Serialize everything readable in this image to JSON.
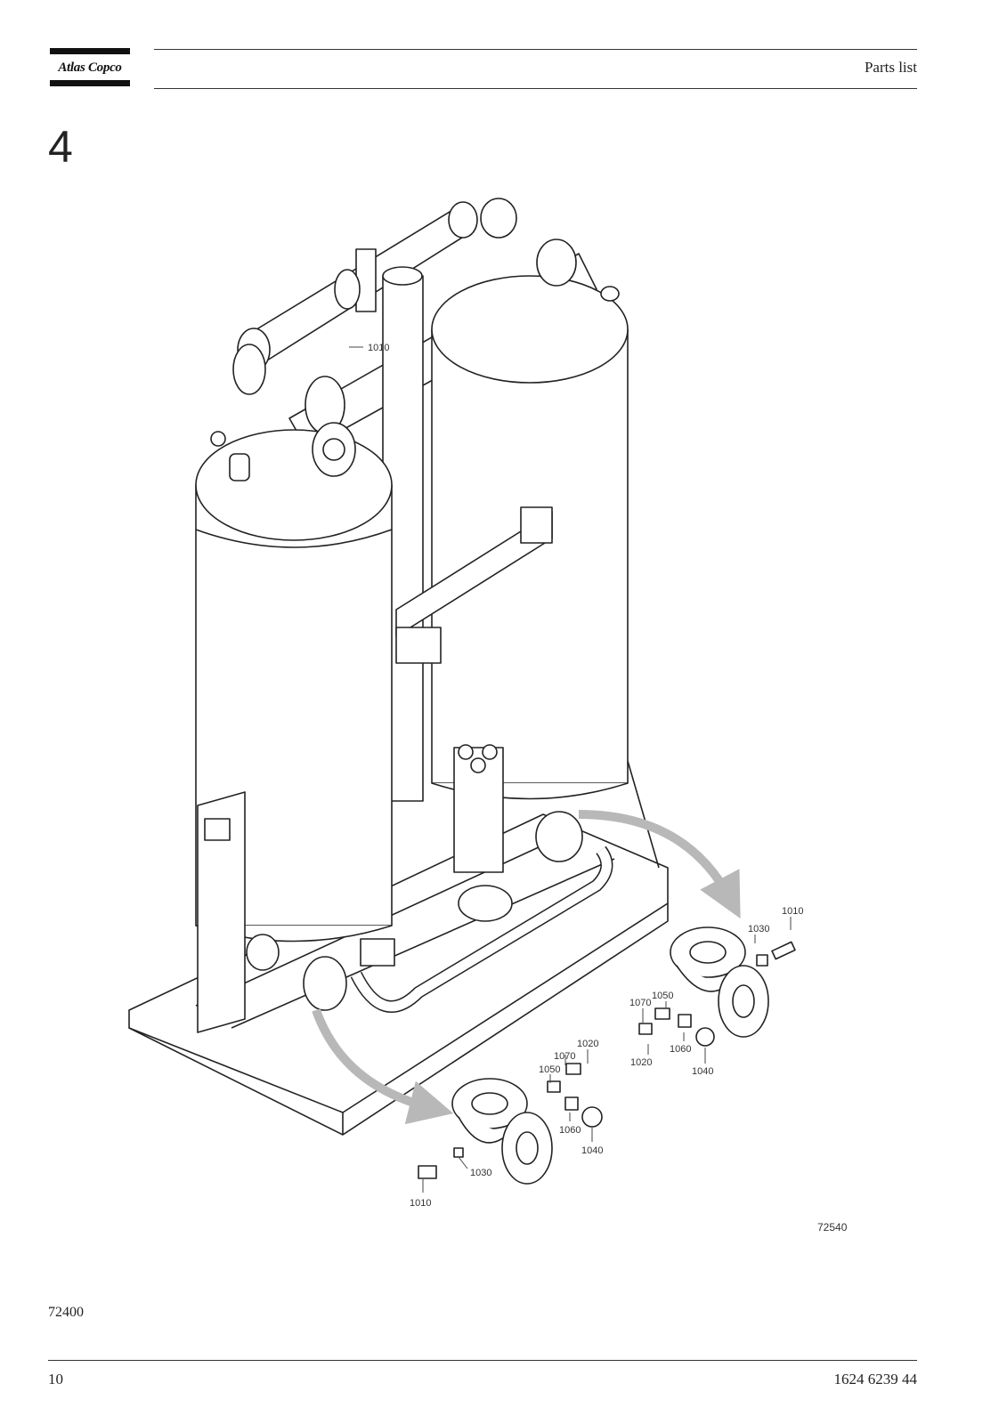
{
  "header": {
    "brand": "Atlas Copco",
    "title": "Parts list"
  },
  "chapter": {
    "number": "4"
  },
  "drawing": {
    "number": "72540",
    "callouts": {
      "top_sensor": "1010",
      "right_sensor": "1010",
      "right_adapter": "1030",
      "right_nipple_a": "1050",
      "right_nipple_b": "1070",
      "right_plug": "1020",
      "right_tee": "1060",
      "right_gauge": "1040",
      "bottom_plug": "1020",
      "bottom_nipple_b": "1070",
      "bottom_nipple_a": "1050",
      "bottom_tee": "1060",
      "bottom_gauge": "1040",
      "bottom_adapter": "1030",
      "bottom_sensor": "1010"
    }
  },
  "document": {
    "reference": "72400"
  },
  "footer": {
    "page_number": "10",
    "part_number": "1624 6239 44"
  }
}
